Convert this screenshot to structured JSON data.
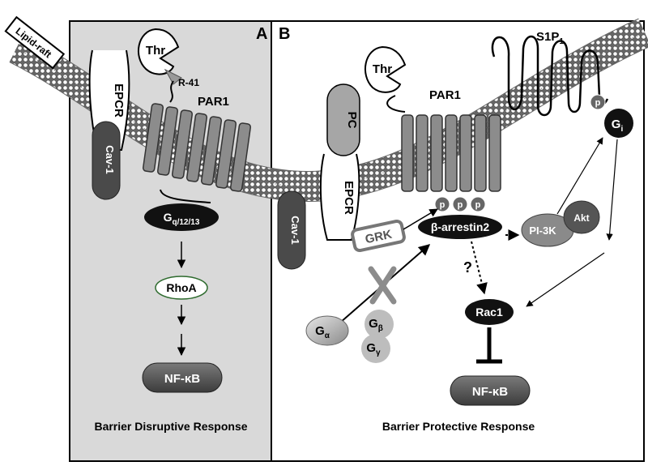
{
  "raft": {
    "label": "Lipid-raft"
  },
  "panels": {
    "a": {
      "letter": "A",
      "caption": "Barrier Disruptive Response"
    },
    "b": {
      "letter": "B",
      "caption": "Barrier Protective Response"
    }
  },
  "a": {
    "thr": "Thr",
    "r41": "R-41",
    "par1": "PAR1",
    "epcr": "EPCR",
    "cav1": "Cav-1",
    "gprotein": {
      "main": "G",
      "sub": "q/12/13"
    },
    "rhoa": "RhoA",
    "nfkb": "NF-κB"
  },
  "b": {
    "thr": "Thr",
    "pc": "PC",
    "epcr": "EPCR",
    "cav1": "Cav-1",
    "par1": "PAR1",
    "s1p1": {
      "main": "S1P",
      "sub": "1"
    },
    "p_label": "p",
    "gi": {
      "main": "G",
      "sub": "i"
    },
    "grk": "GRK",
    "barrestin": "β-arrestin2",
    "pi3k": "PI-3K",
    "akt": "Akt",
    "question": "?",
    "rac1": "Rac1",
    "nfkb": "NF-κB",
    "ga": {
      "main": "G",
      "sub": "α"
    },
    "gb": {
      "main": "G",
      "sub": "β"
    },
    "gg": {
      "main": "G",
      "sub": "γ"
    }
  }
}
